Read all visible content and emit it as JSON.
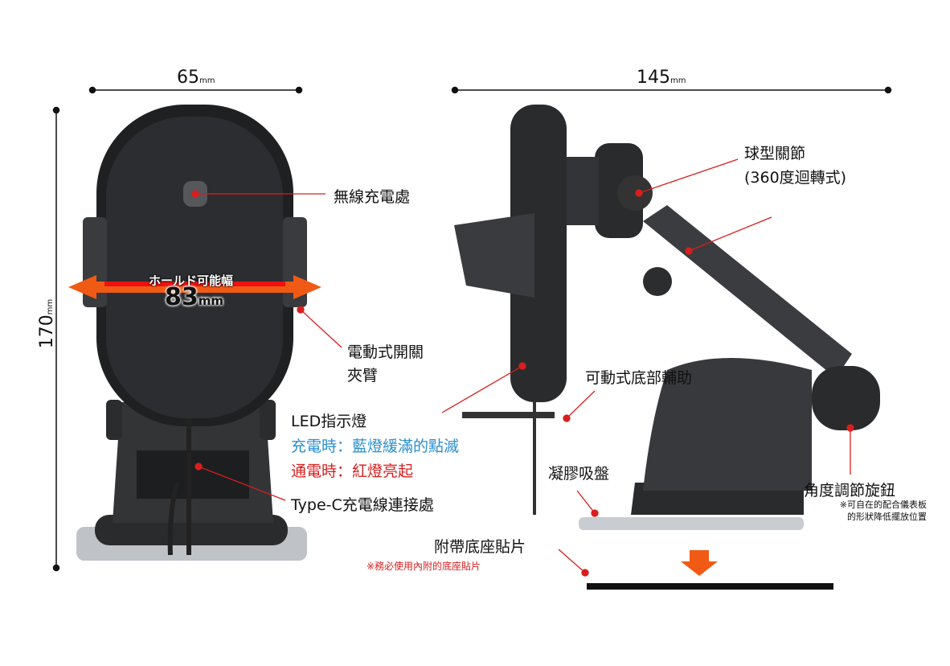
{
  "dimensions": {
    "width_value": "65",
    "width_unit": "mm",
    "depth_value": "145",
    "depth_unit": "mm",
    "height_value": "170",
    "height_unit": "mm"
  },
  "badge": {
    "title": "ホールド可能幅",
    "value": "83",
    "unit": "mm"
  },
  "labels": {
    "wireless_charging": "無線充電處",
    "motor_arm_line1": "電動式開關",
    "motor_arm_line2": "夾臂",
    "led_title": "LED指示燈",
    "led_charging": "充電時：藍燈緩滿的點滅",
    "led_powered": "通電時：紅燈亮起",
    "typec": "Type-C充電線連接處",
    "ball_joint_line1": "球型關節",
    "ball_joint_line2": "(360度迴轉式)",
    "movable_support": "可動式底部輔助",
    "gel_suction": "凝膠吸盤",
    "angle_knob": "角度調節旋鈕",
    "angle_note_line1": "※可自在的配合儀表板",
    "angle_note_line2": "的形狀降低擺放位置",
    "base_sticker": "附帶底座貼片",
    "base_sticker_note": "※務必使用內附的底座貼片"
  },
  "colors": {
    "accent_red": "#d81e1e",
    "led_blue": "#2a8fd0",
    "arrow_orange": "#f05a14"
  }
}
